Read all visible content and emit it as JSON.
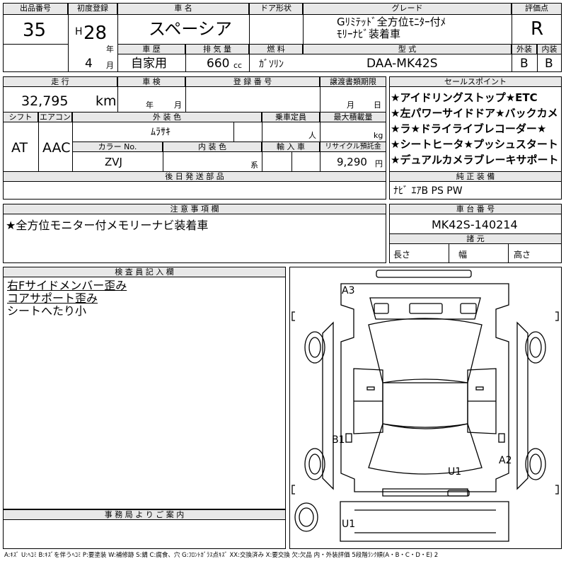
{
  "header": {
    "lot_label": "出品番号",
    "lot": "35",
    "reg_label": "初度登録",
    "era": "H",
    "year": "28",
    "year_unit": "年",
    "month": "4",
    "month_unit": "月",
    "car_label": "車 名",
    "car": "スペーシア",
    "door_label": "ドア形状",
    "door": "",
    "grade_label": "グレード",
    "grade_line1": "Gﾘﾐﾃｯﾄﾞ全方位ﾓﾆﾀｰ付ﾒ",
    "grade_line2": "ﾓﾘｰﾅﾋﾞ装着車",
    "score_label": "評価点",
    "score": "R",
    "history_label": "車 歴",
    "history": "自家用",
    "disp_label": "排 気 量",
    "disp": "660",
    "disp_unit": "cc",
    "fuel_label": "燃 料",
    "fuel": "ｶﾞｿﾘﾝ",
    "model_label": "型 式",
    "model": "DAA-MK42S",
    "ext_label": "外装",
    "ext": "B",
    "int_label": "内装",
    "int": "B"
  },
  "row2": {
    "mileage_label": "走 行",
    "mileage": "32,795",
    "mileage_unit": "km",
    "inspection_label": "車 検",
    "inspection_year": "年",
    "inspection_month": "月",
    "plate_label": "登 録 番 号",
    "plate": "",
    "transfer_label": "譲渡書類期限",
    "transfer_month": "月",
    "transfer_day": "日",
    "shift_label": "シフト",
    "shift": "AT",
    "ac_label": "エアコン",
    "ac": "AAC",
    "color_label": "外 装 色",
    "color": "ﾑﾗｻｷ",
    "capacity_label": "乗車定員",
    "capacity_unit": "人",
    "load_label": "最大積載量",
    "load_unit": "kg",
    "code_label": "カラー No.",
    "code": "ZVJ",
    "intcolor_label": "内 装 色",
    "intcolor_unit": "系",
    "import_label": "輸 入 車",
    "recycle_label": "リサイクル預託金",
    "recycle": "9,290",
    "recycle_unit": "円",
    "later_label": "後 日 発 送 部 品"
  },
  "sales": {
    "label": "セールスポイント",
    "points": [
      "★アイドリングストップ★ETC",
      "★左パワーサイドドア★バックカメ",
      "★ラ★ドライライブレコーダー★",
      "★シートヒータ★プッシュスタート",
      "★デュアルカメラブレーキサポート"
    ]
  },
  "equipment": {
    "label": "純 正 装 備",
    "value": "ﾅﾋﾞ ｴｱB PS PW"
  },
  "notes": {
    "label": "注 意 事 項 欄",
    "value": "★全方位モニター付メモリーナビ装着車"
  },
  "chassis": {
    "label": "車 台 番 号",
    "value": "MK42S-140214",
    "dims_label": "諸 元",
    "length": "長さ",
    "width": "幅",
    "height": "高さ"
  },
  "inspector": {
    "label": "検 査 員 記 入 欄",
    "lines": [
      "右Fサイドメンバー歪み",
      "コアサポート歪み",
      "シートへたり小"
    ]
  },
  "office": {
    "label": "事 務 局 よ り ご 案 内"
  },
  "diagram": {
    "a3": "A3",
    "b1": "B1",
    "a2": "A2",
    "u1a": "U1",
    "u1b": "U1"
  },
  "legend": "A:ｷｽﾞ U:ﾍｺﾐ B:ｷｽﾞを伴うﾍｺﾐ P:要塗装 W:補修跡 S:錆 C:腐食、穴 G:ﾌﾛﾝﾄｶﾞﾗｽ点ｷｽﾞ XX:交換済み X:要交換 欠:欠品 内・外装評価 5段階ﾗﾝｸ順(A・B・C・D・E) 2"
}
